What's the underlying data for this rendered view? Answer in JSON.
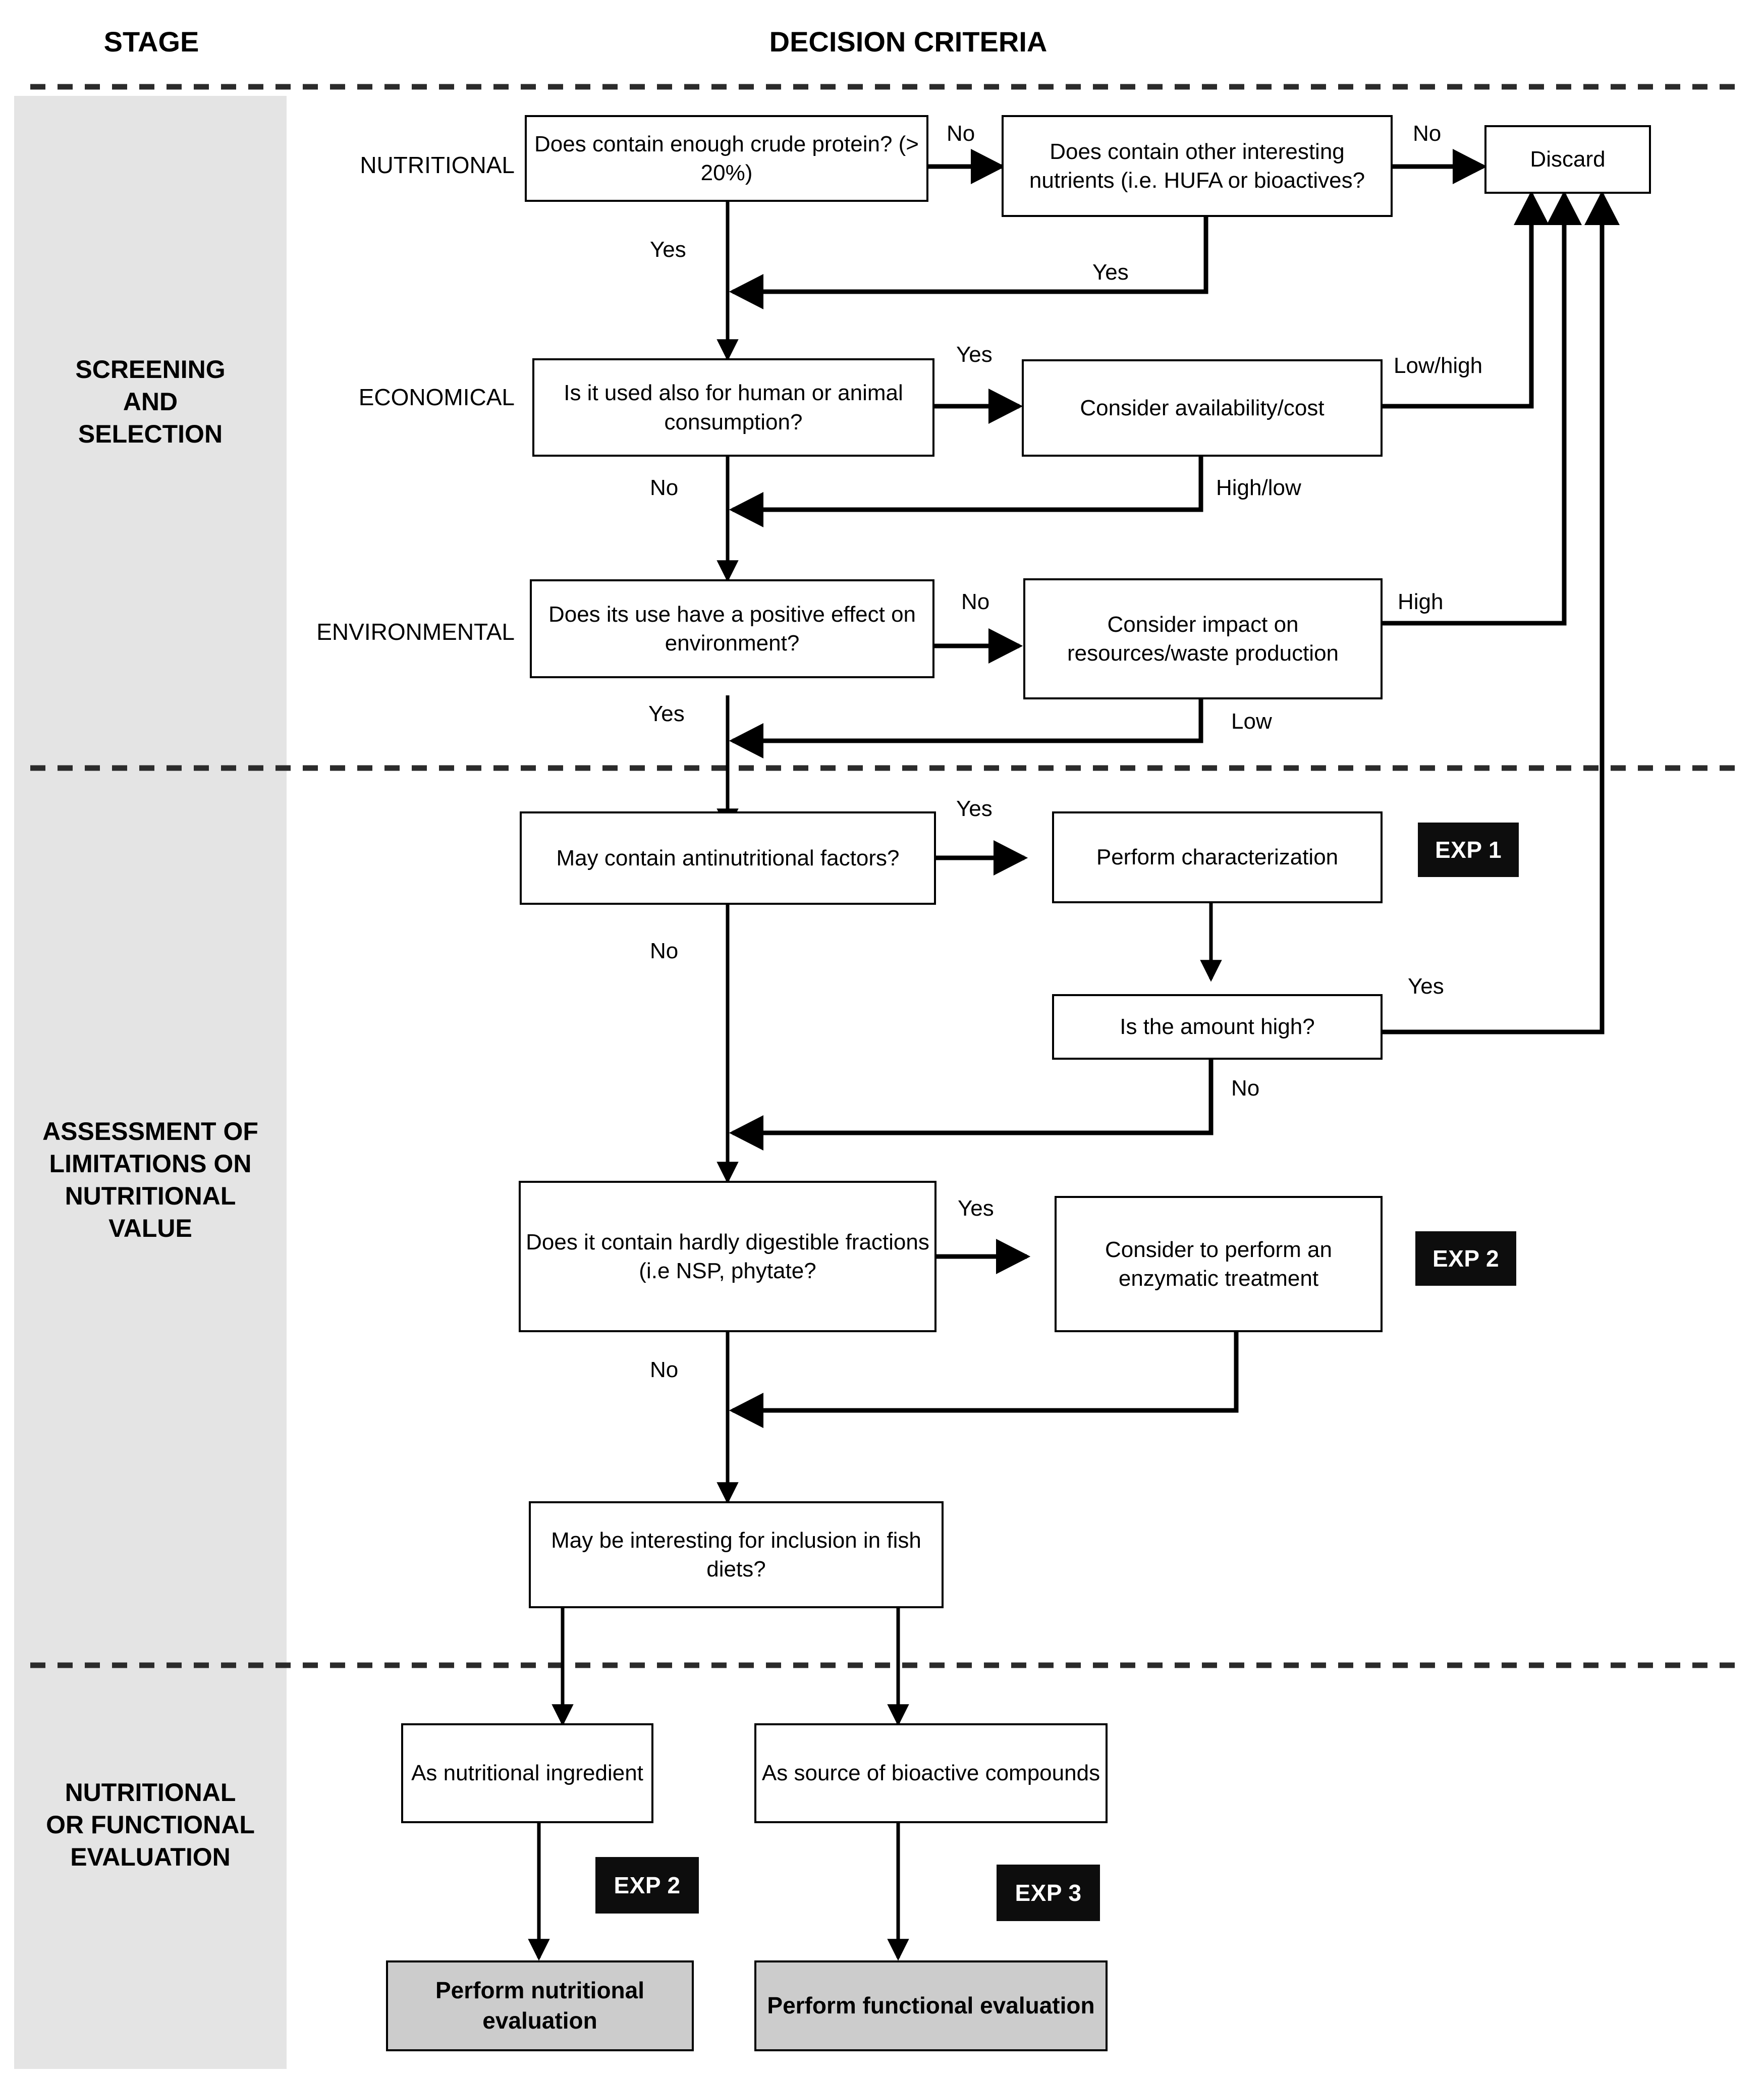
{
  "headers": {
    "stage": "STAGE",
    "decision_criteria": "DECISION CRITERIA"
  },
  "stages": [
    {
      "id": "screening",
      "label": "SCREENING\nAND\nSELECTION"
    },
    {
      "id": "assessment",
      "label": "ASSESSMENT OF\nLIMITATIONS ON\nNUTRITIONAL\nVALUE"
    },
    {
      "id": "evaluation",
      "label": "NUTRITIONAL\nOR FUNCTIONAL\nEVALUATION"
    }
  ],
  "stage_labels": {
    "screening_l1": "SCREENING",
    "screening_l2": "AND",
    "screening_l3": "SELECTION",
    "assessment_l1": "ASSESSMENT OF",
    "assessment_l2": "LIMITATIONS ON",
    "assessment_l3": "NUTRITIONAL",
    "assessment_l4": "VALUE",
    "evaluation_l1": "NUTRITIONAL",
    "evaluation_l2": "OR FUNCTIONAL",
    "evaluation_l3": "EVALUATION"
  },
  "criteria": {
    "nutritional": "NUTRITIONAL",
    "economical": "ECONOMICAL",
    "environmental": "ENVIRONMENTAL"
  },
  "nodes": {
    "crude_protein": "Does contain enough crude protein? (> 20%)",
    "other_nutrients": "Does contain other interesting nutrients (i.e. HUFA or bioactives?",
    "discard": "Discard",
    "human_animal": "Is it used also for human or animal consumption?",
    "availability_cost": "Consider availability/cost",
    "positive_effect": "Does its use have a positive effect on environment?",
    "impact_resources": "Consider impact on resources/waste production",
    "antinutritional": "May contain antinutritional factors?",
    "perform_characterization": "Perform characterization",
    "amount_high": "Is the amount high?",
    "hardly_digestible": "Does it contain hardly digestible fractions (i.e NSP, phytate?",
    "enzymatic_treatment": "Consider to perform an enzymatic treatment",
    "fish_diets": "May be interesting for inclusion in fish diets?",
    "nutritional_ingredient": "As nutritional ingredient",
    "bioactive_source": "As source of bioactive compounds",
    "perform_nutritional_eval": "Perform nutritional evaluation",
    "perform_functional_eval": "Perform functional evaluation"
  },
  "badges": {
    "exp1": "EXP 1",
    "exp2_enzymatic": "EXP 2",
    "exp2_nutritional": "EXP 2",
    "exp3": "EXP 3"
  },
  "edge_labels": {
    "protein_no": "No",
    "protein_yes": "Yes",
    "nutrients_no": "No",
    "nutrients_yes": "Yes",
    "human_yes": "Yes",
    "human_no": "No",
    "cost_low_high": "Low/high",
    "cost_high_low": "High/low",
    "env_no": "No",
    "env_yes": "Yes",
    "impact_high": "High",
    "impact_low": "Low",
    "anf_yes": "Yes",
    "anf_no": "No",
    "amount_yes": "Yes",
    "amount_no": "No",
    "nsp_yes": "Yes",
    "nsp_no": "No"
  },
  "colors": {
    "band": "#e4e4e4",
    "node_border": "#000000",
    "node_fill": "#ffffff",
    "shaded_fill": "#cccccc",
    "badge_fill": "#0d0d0d",
    "badge_text": "#ffffff",
    "divider": "#2b2b2b"
  }
}
